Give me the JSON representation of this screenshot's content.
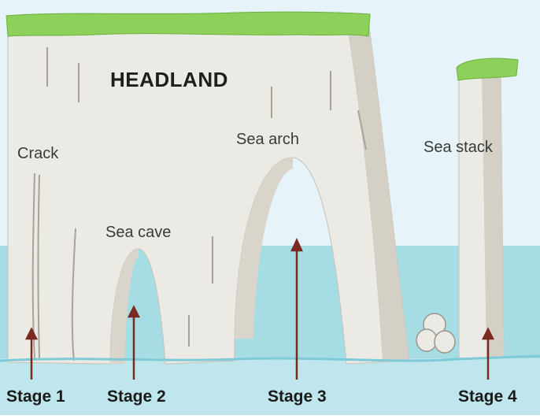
{
  "labels": {
    "headland": "HEADLAND",
    "crack": "Crack",
    "sea_cave": "Sea cave",
    "sea_arch": "Sea arch",
    "sea_stack": "Sea stack"
  },
  "stages": [
    "Stage 1",
    "Stage 2",
    "Stage 3",
    "Stage 4"
  ],
  "colors": {
    "sky": "#e6f3f9",
    "sea": "#a6dde5",
    "cliff": "#ebeae4",
    "cliff_shade": "#d4d0c6",
    "grass": "#8ed15a",
    "arrow": "#7a2a1f"
  }
}
